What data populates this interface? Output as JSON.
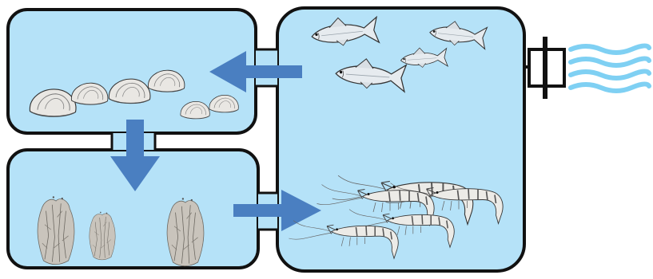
{
  "diagram": {
    "tanks": [
      {
        "id": "fish-shrimp-tank",
        "contents": [
          "fish",
          "shrimp"
        ]
      },
      {
        "id": "bivalve-tank",
        "contents": [
          "bivalve"
        ]
      },
      {
        "id": "seaweed-tank",
        "contents": [
          "seaweed"
        ]
      }
    ],
    "flows": [
      {
        "from": "fish-shrimp-tank",
        "to": "bivalve-tank"
      },
      {
        "from": "bivalve-tank",
        "to": "seaweed-tank"
      },
      {
        "from": "seaweed-tank",
        "to": "fish-shrimp-tank"
      }
    ],
    "counts": {
      "fish": 4,
      "shrimp": 5,
      "bivalves": 6,
      "seaweed_clumps": 3
    },
    "colors": {
      "tank_fill": "#b5e2f8",
      "tank_stroke": "#111111",
      "arrow": "#4a7fc1",
      "water_out": "#7fd0f3",
      "fish_body": "#e6ebef",
      "shell": "#e9e7e3",
      "seaweed": "#c9c4bc"
    },
    "icons": {
      "inlet": "valve-icon",
      "outlet": "water-waves-icon"
    }
  }
}
